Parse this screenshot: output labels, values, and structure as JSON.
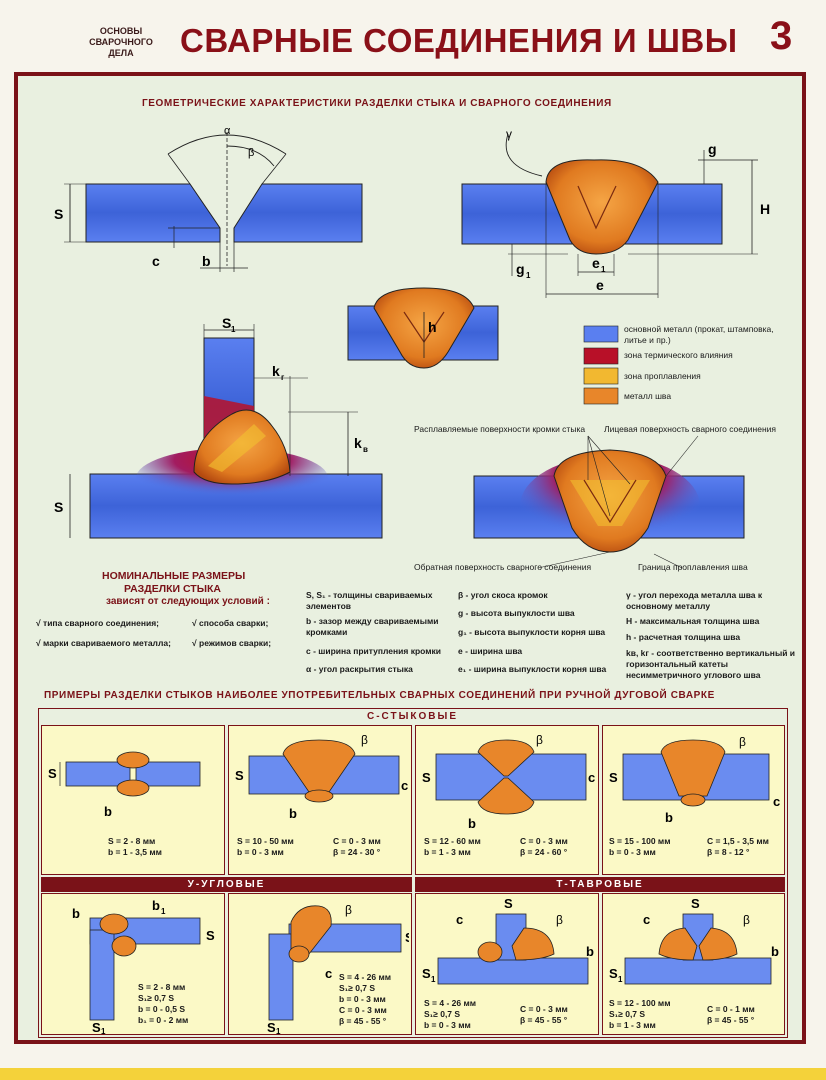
{
  "header": {
    "small_title": "ОСНОВЫ СВАРОЧНОГО ДЕЛА",
    "title": "СВАРНЫЕ СОЕДИНЕНИЯ И ШВЫ",
    "number": "3"
  },
  "section1_title": "ГЕОМЕТРИЧЕСКИЕ ХАРАКТЕРИСТИКИ РАЗДЕЛКИ СТЫКА И СВАРНОГО СОЕДИНЕНИЯ",
  "diagram_labels": {
    "alpha": "α",
    "beta": "β",
    "gamma": "γ",
    "S": "S",
    "c": "c",
    "b": "b",
    "g": "g",
    "H": "H",
    "g1": "g",
    "e1": "e",
    "e": "e",
    "h": "h",
    "s1": "S",
    "kr": "k",
    "kv": "k",
    "S2": "S",
    "sub1": "1",
    "sub_r": "г",
    "sub_v": "в"
  },
  "legend": {
    "base_metal": "основной металл (прокат, штамповка, литье и пр.)",
    "haz": "зона термического влияния",
    "fusion": "зона проплавления",
    "weld_metal": "металл шва",
    "colors": {
      "base": "#4a6fe0",
      "haz": "#c0182a",
      "fusion": "#f2c230",
      "weld": "#e8862a"
    }
  },
  "callouts": {
    "melted_edges": "Расплавляемые поверхности кромки стыка",
    "face_surface": "Лицевая поверхность сварного соединения",
    "back_surface": "Обратная поверхность сварного соединения",
    "fusion_boundary": "Граница проплавления шва"
  },
  "nominal": {
    "title1": "НОМИНАЛЬНЫЕ РАЗМЕРЫ",
    "title2": "РАЗДЕЛКИ СТЫКА",
    "title3": "зависят от следующих условий :",
    "cond1": "√ типа сварного соединения;",
    "cond2": "√ способа сварки;",
    "cond3": "√ марки свариваемого металла;",
    "cond4": "√ режимов сварки;"
  },
  "definitions_col1": [
    "S, S₁ - толщины свариваемых элементов",
    "b - зазор между свариваемыми кромками",
    "c - ширина притупления кромки",
    "α - угол раскрытия стыка"
  ],
  "definitions_col2": [
    "β - угол скоса кромок",
    "g - высота выпуклости шва",
    "g₁ - высота выпуклости корня шва",
    "e - ширина шва",
    "e₁ - ширина выпуклости корня шва"
  ],
  "definitions_col3": [
    "γ - угол перехода металла шва к основному металлу",
    "H - максимальная толщина шва",
    "h - расчетная толщина шва",
    "kв, kг - соответственно вертикальный и горизонтальный катеты несимметричного углового шва"
  ],
  "section2_title": "ПРИМЕРЫ РАЗДЕЛКИ СТЫКОВ НАИБОЛЕЕ УПОТРЕБИТЕЛЬНЫХ СВАРНЫХ СОЕДИНЕНИЙ ПРИ РУЧНОЙ ДУГОВОЙ СВАРКЕ",
  "groups": {
    "butt": "С-СТЫКОВЫЕ",
    "corner": "У-УГЛОВЫЕ",
    "tee": "Т-ТАВРОВЫЕ"
  },
  "examples": {
    "c1": {
      "l1": "S = 2 - 8 мм",
      "l2": "b = 1 - 3,5 мм"
    },
    "c2": {
      "l1": "S = 10 - 50 мм",
      "l2": "b = 0 - 3 мм",
      "r1": "C = 0 - 3 мм",
      "r2": "β = 24 - 30 °"
    },
    "c3": {
      "l1": "S = 12 - 60 мм",
      "l2": "b = 1 - 3 мм",
      "r1": "C = 0 - 3 мм",
      "r2": "β = 24 - 60 °"
    },
    "c4": {
      "l1": "S = 15 - 100 мм",
      "l2": "b = 0 - 3 мм",
      "r1": "C = 1,5 - 3,5 мм",
      "r2": "β = 8 - 12 °"
    },
    "u1": {
      "l1": "S = 2 - 8 мм",
      "l2": "S₁≥ 0,7 S",
      "l3": "b = 0 - 0,5 S",
      "l4": "b₁ = 0 - 2 мм"
    },
    "u2": {
      "l1": "S = 4 - 26 мм",
      "l2": "S₁≥ 0,7 S",
      "l3": "b = 0 - 3 мм",
      "l4": "C = 0 - 3 мм",
      "l5": "β = 45 - 55 °"
    },
    "t1": {
      "l1": "S = 4 - 26 мм",
      "l2": "S₁≥ 0,7 S",
      "l3": "b = 0 - 3 мм",
      "r1": "C = 0 - 3 мм",
      "r2": "β = 45 - 55 °"
    },
    "t2": {
      "l1": "S = 12 - 100 мм",
      "l2": "S₁≥ 0,7 S",
      "l3": "b = 1 - 3 мм",
      "r1": "C = 0 - 1 мм",
      "r2": "β = 45 - 55 °"
    }
  }
}
